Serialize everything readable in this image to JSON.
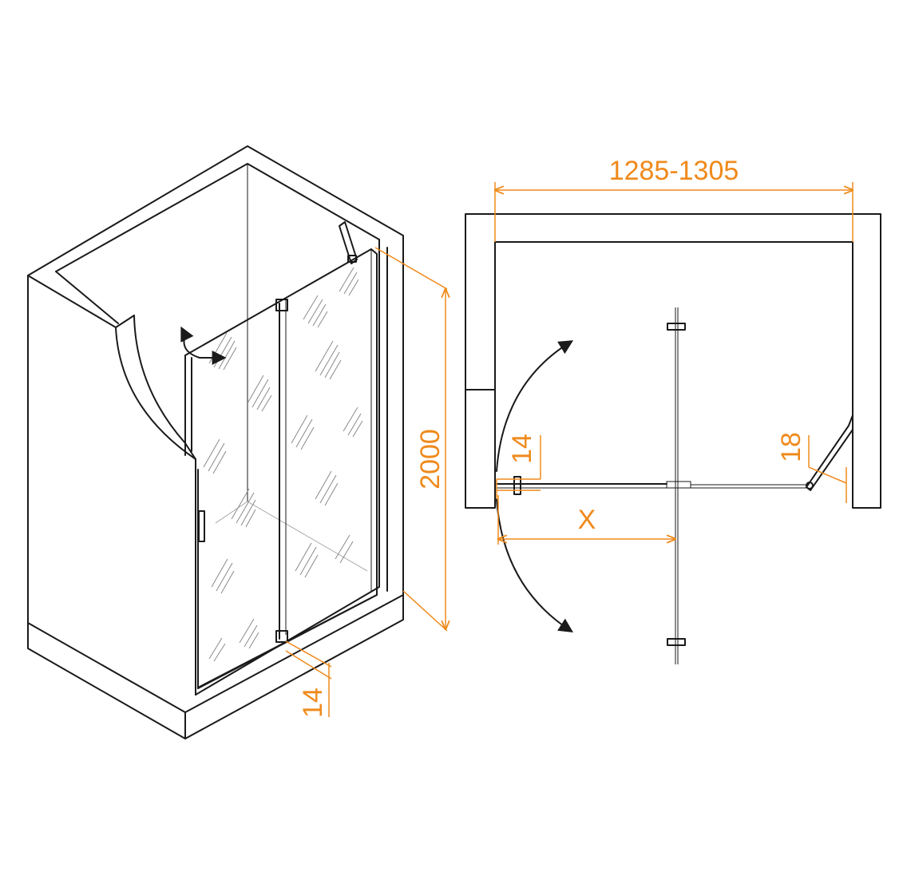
{
  "dimensions": {
    "iso_height": "2000",
    "iso_bottom_gap": "14",
    "plan_width": "1285-1305",
    "plan_left_gap": "14",
    "plan_right_gap": "18",
    "plan_x": "X"
  },
  "colors": {
    "dimension": "#ef8a1c",
    "outline": "#1a1a1a",
    "glass": "#8a8a8a"
  }
}
